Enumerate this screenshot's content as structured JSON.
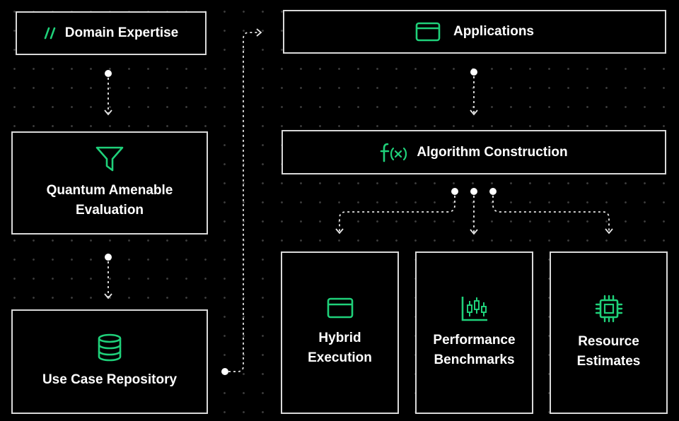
{
  "nodes": {
    "domain_expertise": {
      "label": "Domain Expertise",
      "icon": "double-slash-icon"
    },
    "quantum_amenable": {
      "label": "Quantum Amenable\nEvaluation",
      "icon": "filter-funnel-icon"
    },
    "use_case_repository": {
      "label": "Use Case Repository",
      "icon": "database-icon"
    },
    "applications": {
      "label": "Applications",
      "icon": "browser-window-icon"
    },
    "algorithm_construction": {
      "label": "Algorithm Construction",
      "icon": "function-icon"
    },
    "hybrid_execution": {
      "label": "Hybrid\nExecution",
      "icon": "browser-window-icon"
    },
    "performance_benchmarks": {
      "label": "Performance\nBenchmarks",
      "icon": "candlestick-chart-icon"
    },
    "resource_estimates": {
      "label": "Resource\nEstimates",
      "icon": "chip-icon"
    }
  },
  "colors": {
    "accent": "#1fd17a",
    "border": "#d9d9d9",
    "background": "#000000",
    "text": "#ffffff",
    "grid_dot": "#3a3a3a"
  }
}
